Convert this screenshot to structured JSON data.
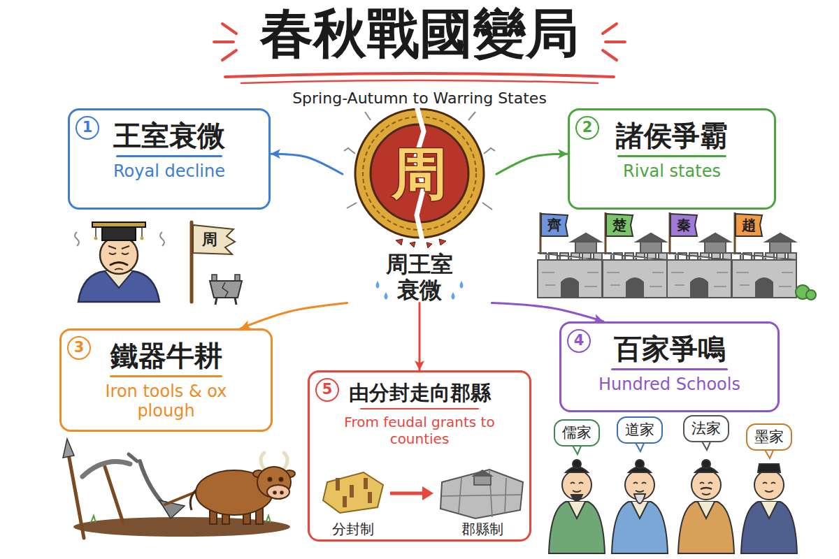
{
  "diagram": {
    "title": "春秋戰國變局",
    "nodes": [
      {
        "text": [
          "1",
          "王室衰微",
          "Royal decline"
        ]
      },
      {
        "text": [
          "周",
          "周王室 衰微"
        ]
      },
      {
        "text": [
          "2",
          "諸侯爭霸",
          "Rival states"
        ]
      },
      {
        "text": [
          "3",
          "鐵器牛耕",
          "Iron tools & ox plough"
        ]
      },
      {
        "text": [
          "5",
          "由分封走向郡縣",
          "From feudal grants to counties"
        ]
      },
      {
        "text": [
          "4",
          "百家爭鳴",
          "Hundred Schools"
        ]
      },
      {
        "text": [
          "儒家"
        ]
      },
      {
        "text": [
          "道家"
        ]
      },
      {
        "text": [
          "法家"
        ]
      },
      {
        "text": [
          "墨家"
        ]
      }
    ],
    "edges": [
      {
        "from": 1,
        "to": 0,
        "arrow": "to"
      },
      {
        "from": 1,
        "to": 2,
        "arrow": "to"
      },
      {
        "from": 1,
        "to": 3,
        "arrow": "to"
      },
      {
        "from": 1,
        "to": 5,
        "arrow": "to"
      },
      {
        "from": 1,
        "to": 4,
        "arrow": "to"
      }
    ],
    "labels": [
      "Spring-Autumn to Warring States",
      "周",
      "齊",
      "楚",
      "秦",
      "趙",
      "分封制",
      "郡縣制"
    ]
  }
}
